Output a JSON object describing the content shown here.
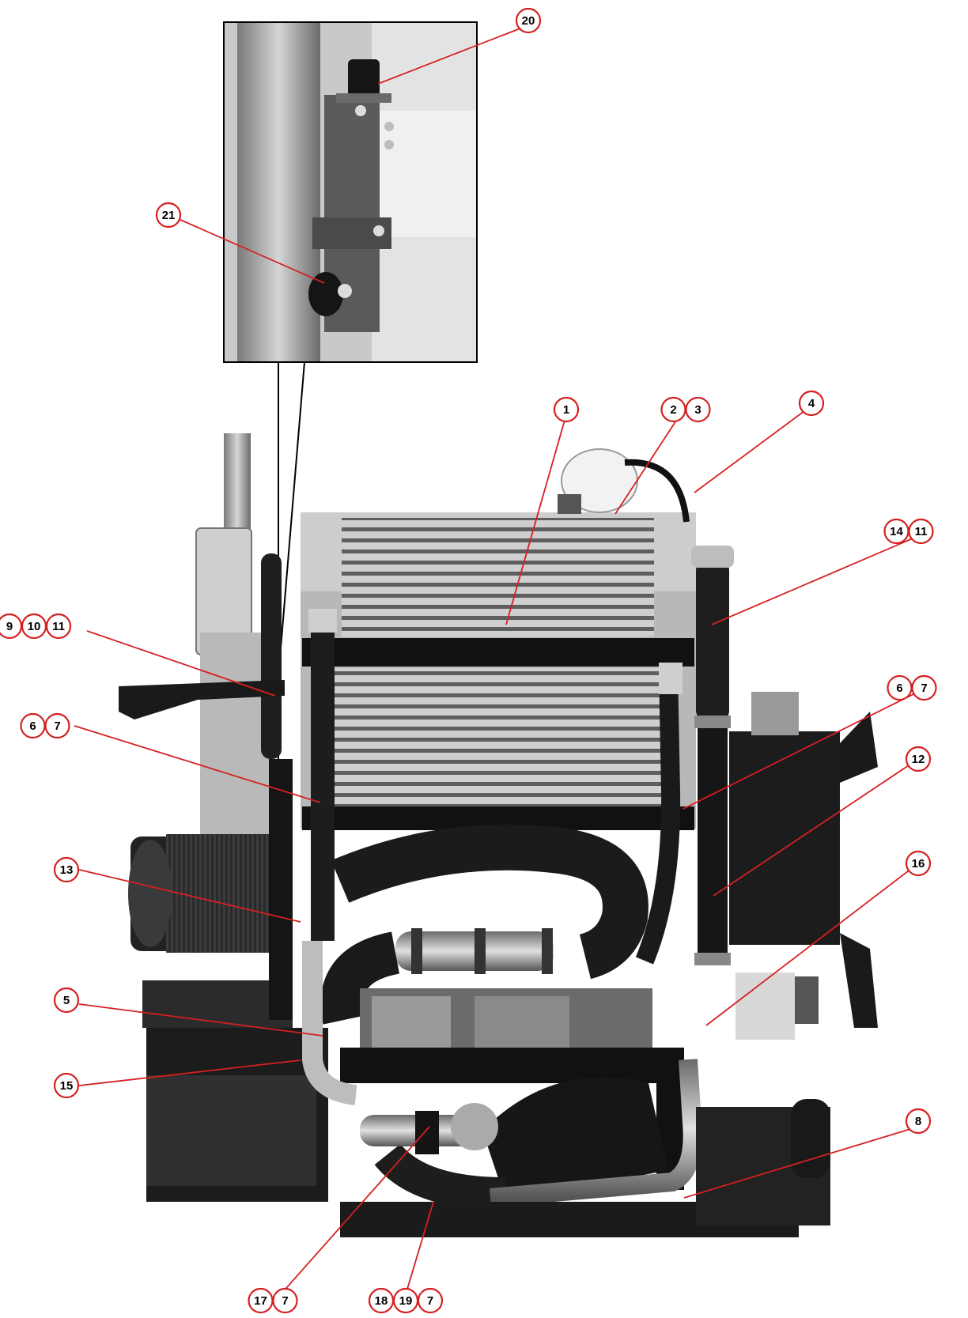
{
  "figure": {
    "callouts": [
      {
        "id": "c20",
        "labels": [
          "20"
        ]
      },
      {
        "id": "c21",
        "labels": [
          "21"
        ]
      },
      {
        "id": "c1",
        "labels": [
          "1"
        ]
      },
      {
        "id": "c23",
        "labels": [
          "2",
          "3"
        ]
      },
      {
        "id": "c4",
        "labels": [
          "4"
        ]
      },
      {
        "id": "c1411",
        "labels": [
          "14",
          "11"
        ]
      },
      {
        "id": "c91011",
        "labels": [
          "9",
          "10",
          "11"
        ]
      },
      {
        "id": "c67r",
        "labels": [
          "6",
          "7"
        ]
      },
      {
        "id": "c67l",
        "labels": [
          "6",
          "7"
        ]
      },
      {
        "id": "c12",
        "labels": [
          "12"
        ]
      },
      {
        "id": "c16",
        "labels": [
          "16"
        ]
      },
      {
        "id": "c13",
        "labels": [
          "13"
        ]
      },
      {
        "id": "c5",
        "labels": [
          "5"
        ]
      },
      {
        "id": "c15",
        "labels": [
          "15"
        ]
      },
      {
        "id": "c8",
        "labels": [
          "8"
        ]
      },
      {
        "id": "c177",
        "labels": [
          "17",
          "7"
        ]
      },
      {
        "id": "c18197",
        "labels": [
          "18",
          "19",
          "7"
        ]
      }
    ],
    "colors": {
      "callout_stroke": "#d62020",
      "leader": "#d62020",
      "inset_border": "#000000"
    }
  }
}
